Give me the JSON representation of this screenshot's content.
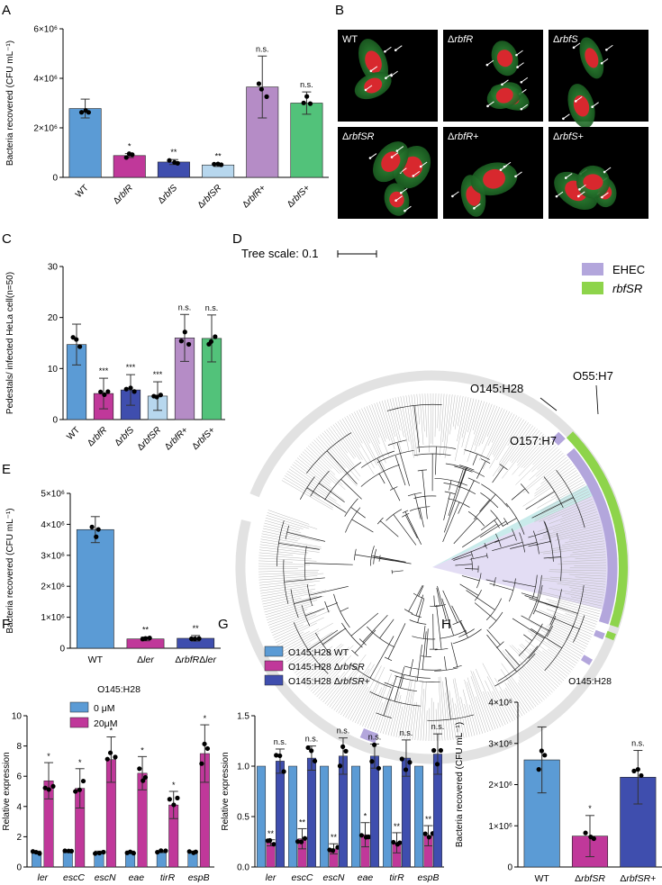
{
  "panels": {
    "A": {
      "letter": "A"
    },
    "B": {
      "letter": "B",
      "images": [
        "WT",
        "ΔrbfR",
        "ΔrbfS",
        "ΔrbfSR",
        "ΔrbfR+",
        "ΔrbfS+"
      ]
    },
    "C": {
      "letter": "C"
    },
    "D": {
      "letter": "D",
      "tree_scale": "Tree scale: 0.1",
      "legend": [
        "EHEC",
        "rbfSR"
      ],
      "clades": [
        "O55:H7",
        "O145:H28",
        "O157:H7"
      ]
    },
    "E": {
      "letter": "E"
    },
    "F": {
      "letter": "F"
    },
    "G": {
      "letter": "G"
    },
    "H": {
      "letter": "H"
    }
  },
  "colors": {
    "wt": "#5b9bd5",
    "rbfR": "#c0389a",
    "rbfS": "#3f4eae",
    "rbfSR": "#b7d7ee",
    "rbfRplus": "#b58cc6",
    "rbfSplus": "#52c27a",
    "ehec": "#b3a6dc",
    "rbfSR_ring": "#8ed44b"
  },
  "chart_data": [
    {
      "id": "A",
      "type": "bar",
      "ylabel": "Bacteria recovered (CFU mL⁻¹)",
      "yticks": [
        "0",
        "2×10⁶",
        "4×10⁶",
        "6×10⁶"
      ],
      "ylim": [
        0,
        6000000
      ],
      "categories": [
        "WT",
        "ΔrbfR",
        "ΔrbfS",
        "ΔrbfSR",
        "ΔrbfR+",
        "ΔrbfS+"
      ],
      "values": [
        2780000,
        880000,
        620000,
        500000,
        3650000,
        3000000
      ],
      "errors": [
        380000,
        80000,
        100000,
        60000,
        1250000,
        450000
      ],
      "sig": [
        "",
        "*",
        "**",
        "**",
        "n.s.",
        "n.s."
      ],
      "colors": [
        "#5b9bd5",
        "#c0389a",
        "#3f4eae",
        "#b7d7ee",
        "#b58cc6",
        "#52c27a"
      ]
    },
    {
      "id": "C",
      "type": "bar",
      "ylabel": "Pedestals/ infected HeLa cell(n=50)",
      "yticks": [
        "0",
        "10",
        "20",
        "30"
      ],
      "ylim": [
        0,
        30
      ],
      "categories": [
        "WT",
        "ΔrbfR",
        "ΔrbfS",
        "ΔrbfSR",
        "ΔrbfR+",
        "ΔrbfS+"
      ],
      "values": [
        14.7,
        5.1,
        5.8,
        4.6,
        16.0,
        15.9
      ],
      "errors": [
        4.0,
        3.0,
        3.0,
        2.8,
        4.6,
        4.6
      ],
      "sig": [
        "",
        "***",
        "***",
        "***",
        "n.s.",
        "n.s."
      ],
      "colors": [
        "#5b9bd5",
        "#c0389a",
        "#3f4eae",
        "#b7d7ee",
        "#b58cc6",
        "#52c27a"
      ]
    },
    {
      "id": "E",
      "type": "bar",
      "ylabel": "Bacteria recovered (CFU mL⁻¹)",
      "yticks": [
        "0",
        "1×10⁶",
        "2×10⁶",
        "3×10⁶",
        "4×10⁶",
        "5×10⁶"
      ],
      "ylim": [
        0,
        5000000
      ],
      "categories": [
        "WT",
        "Δler",
        "ΔrbfRΔler"
      ],
      "values": [
        3830000,
        300000,
        320000
      ],
      "errors": [
        420000,
        60000,
        90000
      ],
      "sig": [
        "",
        "**",
        "**"
      ],
      "colors": [
        "#5b9bd5",
        "#c0389a",
        "#3f4eae"
      ]
    },
    {
      "id": "F",
      "type": "bar",
      "title": "O145:H28",
      "ylabel": "Relative expression",
      "yticks": [
        "0",
        "2",
        "4",
        "6",
        "8",
        "10"
      ],
      "ylim": [
        0,
        10
      ],
      "categories": [
        "ler",
        "escC",
        "escN",
        "eae",
        "tirR",
        "espB"
      ],
      "series": [
        {
          "name": "0 μM",
          "values": [
            1,
            1,
            1,
            1,
            1,
            1
          ],
          "errors": [
            0.05,
            0.05,
            0.05,
            0.05,
            0.05,
            0.05
          ]
        },
        {
          "name": "20μM",
          "values": [
            5.7,
            5.2,
            7.1,
            6.2,
            4.1,
            7.5
          ],
          "errors": [
            1.2,
            1.3,
            1.5,
            1.1,
            0.9,
            1.9
          ]
        }
      ],
      "sig": [
        "*",
        "*",
        "*",
        "*",
        "*",
        "*"
      ],
      "colors": [
        "#5b9bd5",
        "#c0389a"
      ]
    },
    {
      "id": "G",
      "type": "bar",
      "ylabel": "Relative expression",
      "yticks": [
        "0.0",
        "0.5",
        "1.0",
        "1.5"
      ],
      "ylim": [
        0,
        1.5
      ],
      "categories": [
        "ler",
        "escC",
        "escN",
        "eae",
        "tirR",
        "espB"
      ],
      "series": [
        {
          "name": "O145:H28 WT",
          "values": [
            1,
            1,
            1,
            1,
            1,
            1
          ],
          "errors": [
            0,
            0,
            0,
            0,
            0,
            0
          ]
        },
        {
          "name": "O145:H28 ΔrbfSR",
          "values": [
            0.24,
            0.28,
            0.18,
            0.32,
            0.24,
            0.31
          ],
          "errors": [
            0.03,
            0.1,
            0.05,
            0.12,
            0.1,
            0.1
          ]
        },
        {
          "name": "O145:H28 ΔrbfSR+",
          "values": [
            1.05,
            1.08,
            1.1,
            1.1,
            1.08,
            1.12
          ],
          "errors": [
            0.12,
            0.12,
            0.18,
            0.12,
            0.18,
            0.2
          ]
        }
      ],
      "sig_mut": [
        "**",
        "**",
        "**",
        "*",
        "**",
        "**"
      ],
      "sig_comp": [
        "n.s.",
        "n.s.",
        "n.s.",
        "n.s.",
        "n.s.",
        "n.s."
      ],
      "colors": [
        "#5b9bd5",
        "#c0389a",
        "#3f4eae"
      ]
    },
    {
      "id": "H",
      "type": "bar",
      "title": "O145:H28",
      "ylabel": "Bacteria recovered (CFU mL⁻¹)",
      "yticks": [
        "0",
        "1×10⁶",
        "2×10⁶",
        "3×10⁶",
        "4×10⁶"
      ],
      "ylim": [
        0,
        4000000
      ],
      "categories": [
        "WT",
        "ΔrbfSR",
        "ΔrbfSR+"
      ],
      "values": [
        2600000,
        750000,
        2180000
      ],
      "errors": [
        800000,
        500000,
        650000
      ],
      "sig": [
        "",
        "*",
        "n.s."
      ],
      "colors": [
        "#5b9bd5",
        "#c0389a",
        "#3f4eae"
      ]
    }
  ]
}
